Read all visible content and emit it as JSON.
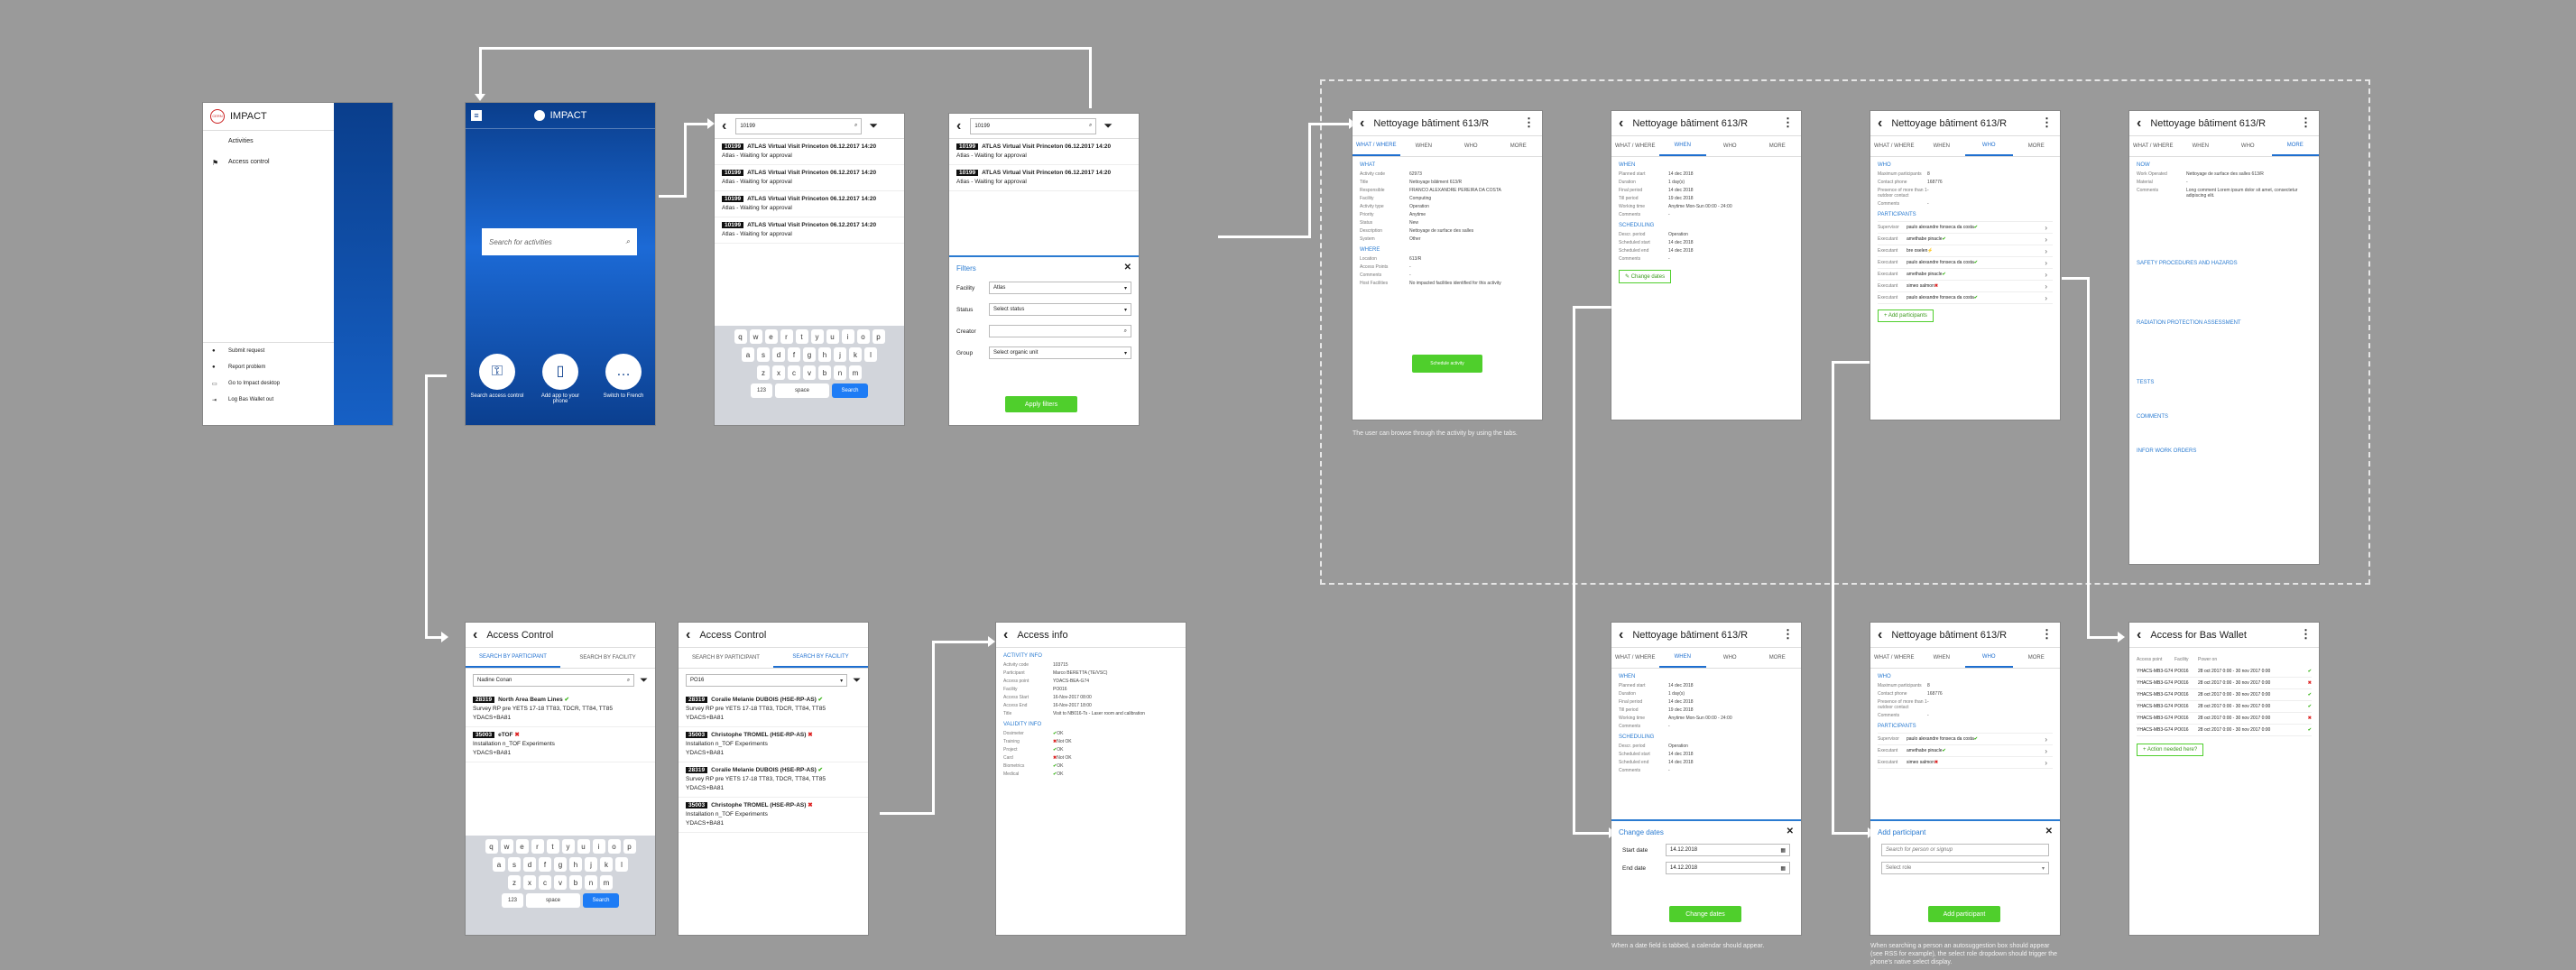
{
  "app": {
    "name": "IMPACT",
    "badge": "CERN"
  },
  "menu": {
    "items": [
      "Activities",
      "Access control"
    ],
    "bottom": [
      "Submit request",
      "Report problem",
      "Go to Impact desktop",
      "Log Bas Wallet out"
    ]
  },
  "home": {
    "search_placeholder": "Search for activities",
    "actions": [
      "Search access control",
      "Add app to your phone",
      "Switch to French"
    ]
  },
  "search": {
    "query": "10199",
    "result_tag": "10199",
    "results": [
      {
        "title": "ATLAS Virtual Visit Princeton 06.12.2017 14:20",
        "status": "Atlas - Waiting for approval"
      },
      {
        "title": "ATLAS Virtual Visit Princeton 06.12.2017 14:20",
        "status": "Atlas - Waiting for approval"
      },
      {
        "title": "ATLAS Virtual Visit Princeton 06.12.2017 14:20",
        "status": "Atlas - Waiting for approval"
      },
      {
        "title": "ATLAS Virtual Visit Princeton 06.12.2017 14:20",
        "status": "Atlas - Waiting for approval"
      }
    ]
  },
  "keyboard": {
    "row1": [
      "q",
      "w",
      "e",
      "r",
      "t",
      "y",
      "u",
      "i",
      "o",
      "p"
    ],
    "row2": [
      "a",
      "s",
      "d",
      "f",
      "g",
      "h",
      "j",
      "k",
      "l"
    ],
    "row3": [
      "z",
      "x",
      "c",
      "v",
      "b",
      "n",
      "m"
    ],
    "num": "123",
    "space": "space",
    "go": "Search"
  },
  "filters": {
    "title": "Filters",
    "fields": [
      {
        "label": "Facility",
        "value": "Atlas"
      },
      {
        "label": "Status",
        "value": "Select status"
      },
      {
        "label": "Creator",
        "value": ""
      },
      {
        "label": "Group",
        "value": "Select organic unit"
      }
    ],
    "apply": "Apply filters"
  },
  "activity": {
    "title": "Nettoyage bâtiment 613/R",
    "tabs": [
      "What / Where",
      "When",
      "Who",
      "More"
    ],
    "what": {
      "section": "What",
      "rows": [
        [
          "Activity code",
          "62973"
        ],
        [
          "Title",
          "Nettoyage bâtiment 613/R"
        ],
        [
          "Responsible",
          "FRANCO ALEXANDRE PEREIRA DA COSTA"
        ],
        [
          "Facility",
          "Computing"
        ],
        [
          "Activity type",
          "Operation"
        ],
        [
          "Priority",
          "Anytime"
        ],
        [
          "Status",
          "New"
        ],
        [
          "Description",
          "Nettoyage de surface des salles"
        ],
        [
          "System",
          "Other"
        ]
      ]
    },
    "where": {
      "section": "Where",
      "rows": [
        [
          "Location",
          "613/R"
        ],
        [
          "Access Points",
          "-"
        ],
        [
          "Comments",
          "-"
        ],
        [
          "Host Facilities",
          "No impacted facilities identified for this activity"
        ]
      ]
    },
    "schedule_btn": "Schedule activity",
    "when": {
      "section": "When",
      "rows": [
        [
          "Planned start",
          "14 dec 2018"
        ],
        [
          "Duration",
          "1 day(s)"
        ],
        [
          "Final period",
          "14 dec 2018"
        ],
        [
          "Till period",
          "19 dec 2018"
        ],
        [
          "Working time",
          "Anytime Mon-Sun 00:00 - 24:00"
        ],
        [
          "Comments",
          "-"
        ]
      ],
      "sched": "Scheduling",
      "srows": [
        [
          "Descr. period",
          "Operation"
        ],
        [
          "Scheduled start",
          "14 dec 2018"
        ],
        [
          "Scheduled end",
          "14 dec 2018"
        ],
        [
          "Comments",
          "-"
        ]
      ],
      "btn": "Change dates"
    },
    "who": {
      "section": "Who",
      "rows": [
        [
          "Maximum participants",
          "8"
        ],
        [
          "Contact phone",
          "168776"
        ],
        [
          "Presence of more than 1 outdoor contact",
          "-"
        ],
        [
          "Comments",
          "-"
        ]
      ],
      "psec": "Participants",
      "participants": [
        [
          "Supervisor",
          "paulo alexandre fonseca da costa",
          "ok"
        ],
        [
          "Executant",
          "amethabe pinacle",
          "ok"
        ],
        [
          "Executant",
          "bre oselen",
          "warn"
        ],
        [
          "Executant",
          "paulo alexandre fonseca da costa",
          "ok"
        ],
        [
          "Executant",
          "amethabe pinacle",
          "ok"
        ],
        [
          "Executant",
          "simeo salmon",
          "ko"
        ],
        [
          "Executant",
          "paulo alexandre fonseca da costa",
          "ok"
        ]
      ],
      "add": "Add participants"
    },
    "more": {
      "sections": [
        "Now",
        "Safety procedures and hazards",
        "Radiation protection assessment",
        "Tests",
        "Comments",
        "Infor work orders"
      ],
      "rows": [
        [
          "Work Operated",
          "Nettoyage de surface des salles 613/R"
        ],
        [
          "Material",
          "-"
        ],
        [
          "Comments",
          "Long comment Lorem ipsum dolor sit amet, consectetur adipiscing elit."
        ]
      ]
    }
  },
  "access_control": {
    "title": "Access Control",
    "tabs": [
      "Search by participant",
      "Search by facility"
    ],
    "participant_query": "Nadine Conan",
    "facility_query": "PO16",
    "p_results": [
      {
        "tag": "28319",
        "title": "North Area Beam Lines",
        "state": "ok",
        "l1": "Survey RP pre YETS 17-18 TT83, TDCR, TT84, TT85",
        "l2": "YDACS+BA81"
      },
      {
        "tag": "35003",
        "title": "eTOF",
        "state": "ko",
        "l1": "Installation n_TOF Experiments",
        "l2": "YDACS+BA81"
      }
    ],
    "f_results": [
      {
        "tag": "28319",
        "title": "Coralie Melanie DUBOIS (HSE-RP-AS)",
        "state": "ok",
        "l1": "Survey RP pre YETS 17-18 TT83, TDCR, TT84, TT85",
        "l2": "YDACS+BA81"
      },
      {
        "tag": "35003",
        "title": "Christophe TROMEL (HSE-RP-AS)",
        "state": "ko",
        "l1": "Installation n_TOF Experiments",
        "l2": "YDACS+BA81"
      },
      {
        "tag": "28319",
        "title": "Coralie Melanie DUBOIS (HSE-RP-AS)",
        "state": "ok",
        "l1": "Survey RP pre YETS 17-18 TT83, TDCR, TT84, TT85",
        "l2": "YDACS+BA81"
      },
      {
        "tag": "35003",
        "title": "Christophe TROMEL (HSE-RP-AS)",
        "state": "ko",
        "l1": "Installation n_TOF Experiments",
        "l2": "YDACS+BA81"
      }
    ]
  },
  "access_info": {
    "title": "Access info",
    "sec1": "Activity info",
    "rows": [
      [
        "Activity code",
        "103715"
      ],
      [
        "Participant",
        "Marco BERETTA (TE/VSC)"
      ],
      [
        "Access point",
        "YDACS-BEA-G74"
      ],
      [
        "Facility",
        "PO016"
      ],
      [
        "Access Start",
        "16-Nov-2017 08:00"
      ],
      [
        "Access End",
        "16-Nov-2017 18:00"
      ],
      [
        "Title",
        "Visit to NB016-Ts - Laser room and calibration"
      ]
    ],
    "sec2": "Validity info",
    "checks": [
      [
        "Dosimeter",
        "ok",
        "OK"
      ],
      [
        "Training",
        "ko",
        "Not OK"
      ],
      [
        "Project",
        "ok",
        "OK"
      ],
      [
        "Card",
        "ko",
        "Not OK"
      ],
      [
        "Biometrics",
        "ok",
        "OK"
      ],
      [
        "Medical",
        "ok",
        "OK"
      ]
    ]
  },
  "change_dates": {
    "title": "Change dates",
    "start_label": "Start date",
    "start": "14.12.2018",
    "end_label": "End date",
    "end": "14.12.2018",
    "btn": "Change dates"
  },
  "add_participant": {
    "title": "Add participant",
    "placeholder": "Search for person or signup",
    "role": "Select role",
    "btn": "Add participant"
  },
  "bas_wallet": {
    "title": "Access for Bas Wallet",
    "cols": [
      "Access point",
      "Facility",
      "Power on"
    ],
    "rows": [
      [
        "YHACS-MB3-G74",
        "PO016",
        "28 oct 2017 0:00 - 30 nov 2017 0:00",
        "ok"
      ],
      [
        "YHACS-MB3-G74",
        "PO016",
        "28 oct 2017 0:00 - 30 nov 2017 0:00",
        "ko"
      ],
      [
        "YHACS-MB3-G74",
        "PO016",
        "28 oct 2017 0:00 - 30 nov 2017 0:00",
        "ok"
      ],
      [
        "YHACS-MB3-G74",
        "PO016",
        "28 oct 2017 0:00 - 30 nov 2017 0:00",
        "ok"
      ],
      [
        "YHACS-MB3-G74",
        "PO016",
        "28 oct 2017 0:00 - 30 nov 2017 0:00",
        "ko"
      ],
      [
        "YHACS-MB3-G74",
        "PO016",
        "28 oct 2017 0:00 - 30 nov 2017 0:00",
        "ok"
      ]
    ],
    "btn": "Action needed here?"
  },
  "captions": {
    "tabs": "The user can browse through the activity by using the tabs.",
    "dates": "When a date field is tabbed, a calendar should appear.",
    "participants": "When searching a person an autosuggestion box should appear (see RSS for example), the select role dropdown should trigger the phone's native select display."
  },
  "colors": {
    "brand_blue": "#0a3e8c",
    "accent": "#2a7bd1",
    "green": "#4fcf2c",
    "red": "#d22222"
  }
}
